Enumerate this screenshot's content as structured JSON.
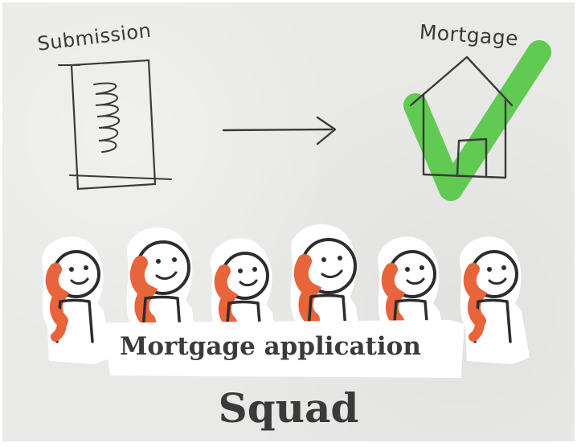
{
  "labels": {
    "submission": "Submission",
    "mortgage": "Mortgage",
    "banner": "Mortgage application",
    "team": "Squad"
  },
  "colors": {
    "background": "#e9e9e7",
    "ink": "#3a3a3a",
    "check_green": "#58c84a",
    "figure_orange": "#e8643a",
    "cutout_white": "#ffffff"
  },
  "figures": {
    "count": 6
  }
}
